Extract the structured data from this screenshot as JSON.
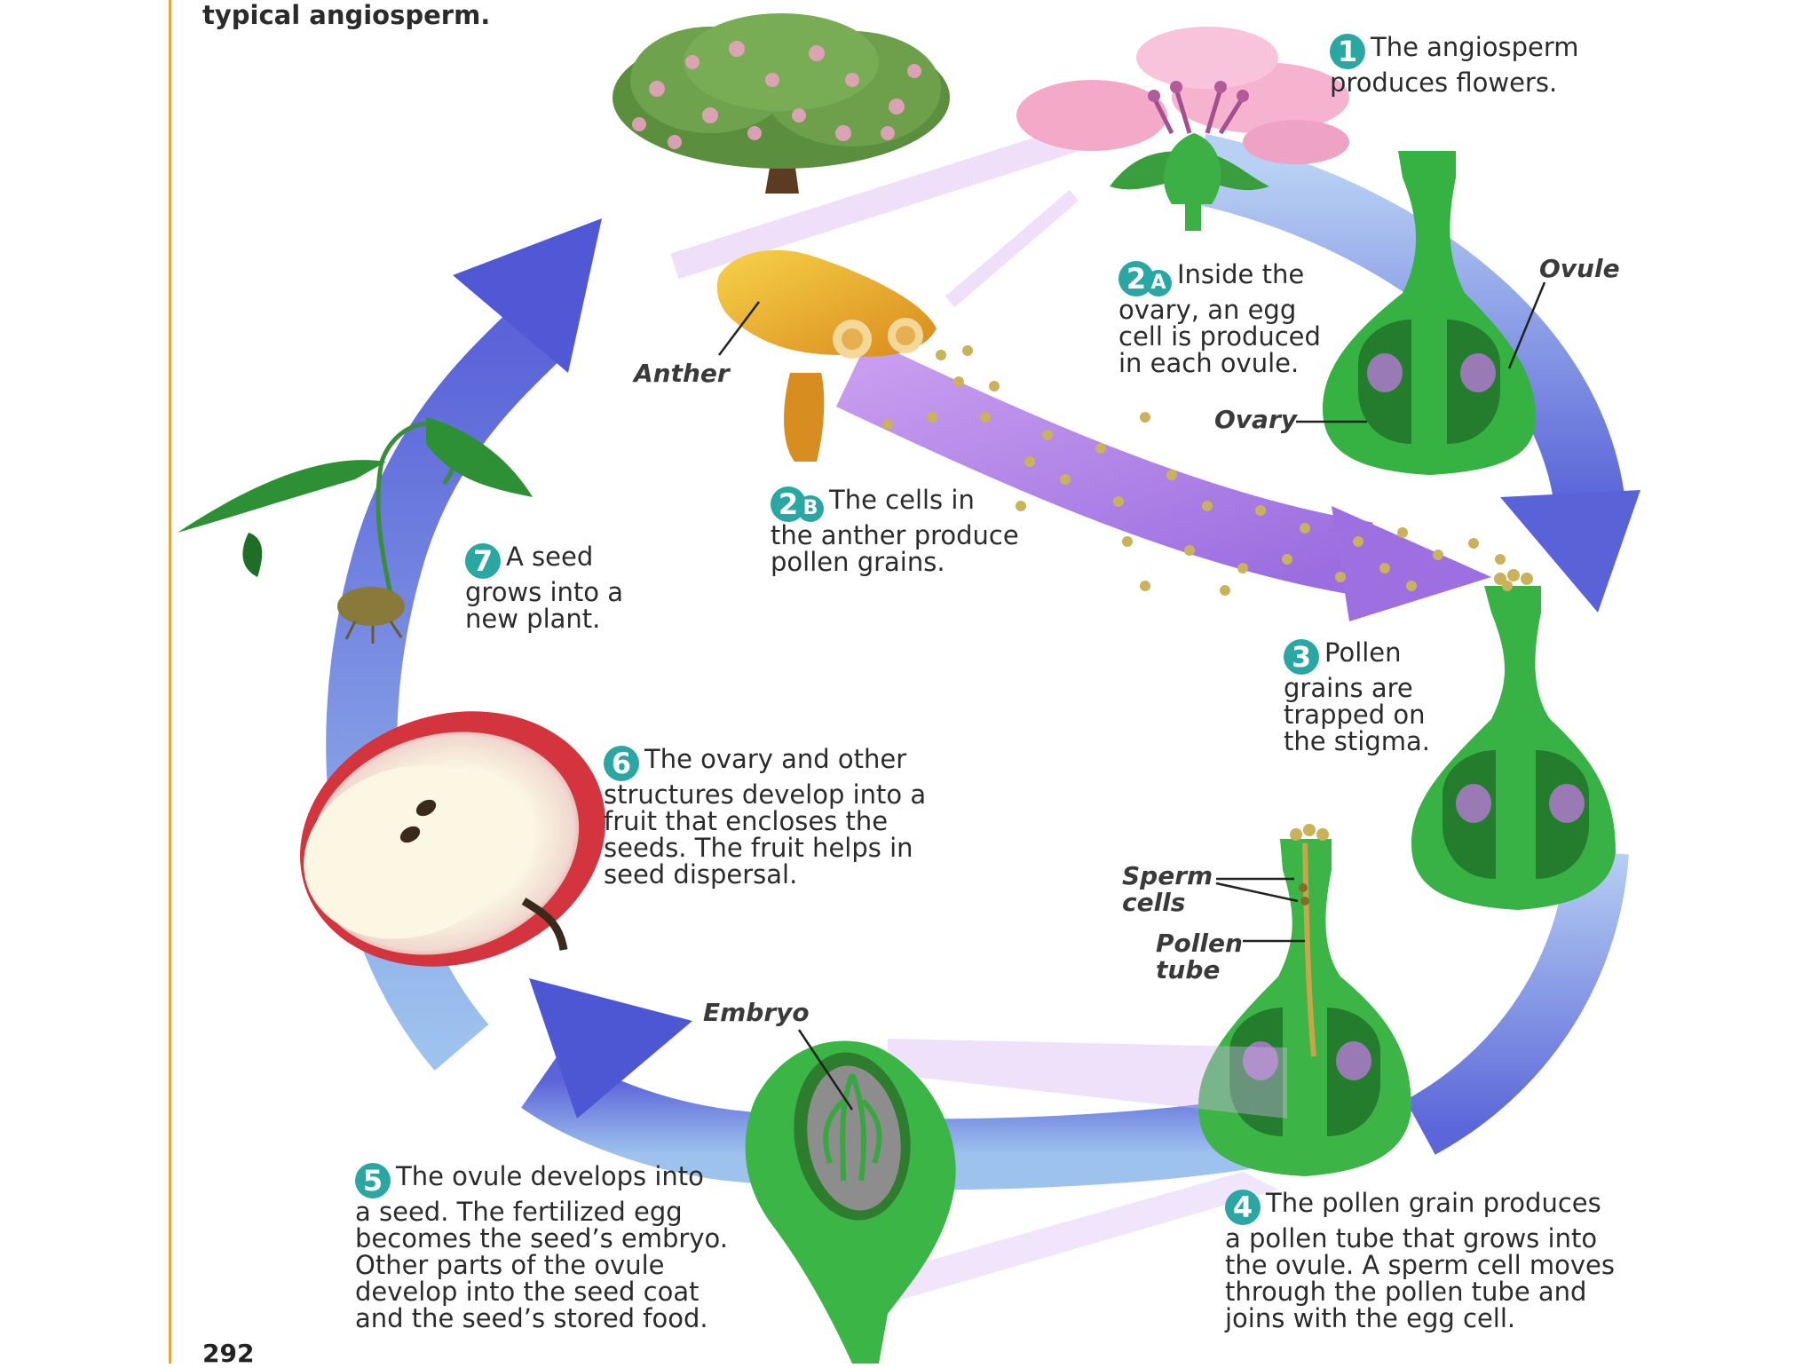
{
  "header": {
    "fragment": "typical angiosperm."
  },
  "steps": {
    "s1": {
      "num": "1",
      "text_l1": "The angiosperm",
      "text_l2": "produces flowers."
    },
    "s2a": {
      "num": "2",
      "sub": "A",
      "text_l1": "Inside the",
      "text_l2": "ovary, an egg",
      "text_l3": "cell is produced",
      "text_l4": "in each ovule."
    },
    "s2b": {
      "num": "2",
      "sub": "B",
      "text_l1": "The cells in",
      "text_l2": "the anther produce",
      "text_l3": "pollen grains."
    },
    "s3": {
      "num": "3",
      "text_l1": "Pollen",
      "text_l2": "grains are",
      "text_l3": "trapped on",
      "text_l4": "the stigma."
    },
    "s4": {
      "num": "4",
      "text_l1": "The pollen grain produces",
      "text_l2": "a pollen tube that grows into",
      "text_l3": "the ovule. A sperm cell moves",
      "text_l4": "through the pollen tube and",
      "text_l5": "joins with the egg cell."
    },
    "s5": {
      "num": "5",
      "text_l1": "The ovule develops into",
      "text_l2": "a seed. The fertilized egg",
      "text_l3": "becomes the seed’s embryo.",
      "text_l4": "Other parts of the ovule",
      "text_l5": "develop into the seed coat",
      "text_l6": "and the seed’s stored food."
    },
    "s6": {
      "num": "6",
      "text_l1": "The ovary and other",
      "text_l2": "structures develop into a",
      "text_l3": "fruit that encloses the",
      "text_l4": "seeds. The fruit helps in",
      "text_l5": "seed dispersal."
    },
    "s7": {
      "num": "7",
      "text_l1": "A seed",
      "text_l2": "grows into a",
      "text_l3": "new plant."
    }
  },
  "labels": {
    "ovule": "Ovule",
    "anther": "Anther",
    "ovary": "Ovary",
    "sperm_l1": "Sperm",
    "sperm_l2": "cells",
    "pollen_l1": "Pollen",
    "pollen_l2": "tube",
    "embryo": "Embryo"
  },
  "page_number": "292",
  "colors": {
    "cycle_arrow": "#7d9de6",
    "pollen_arrow": "#b585e6",
    "pistil_green": "#35b241",
    "ovule_purple": "#9a7ab5",
    "badge_teal": "#2aa7a3",
    "flower_pink": "#f4a9c9",
    "anther_gold": "#e8ab2b"
  }
}
